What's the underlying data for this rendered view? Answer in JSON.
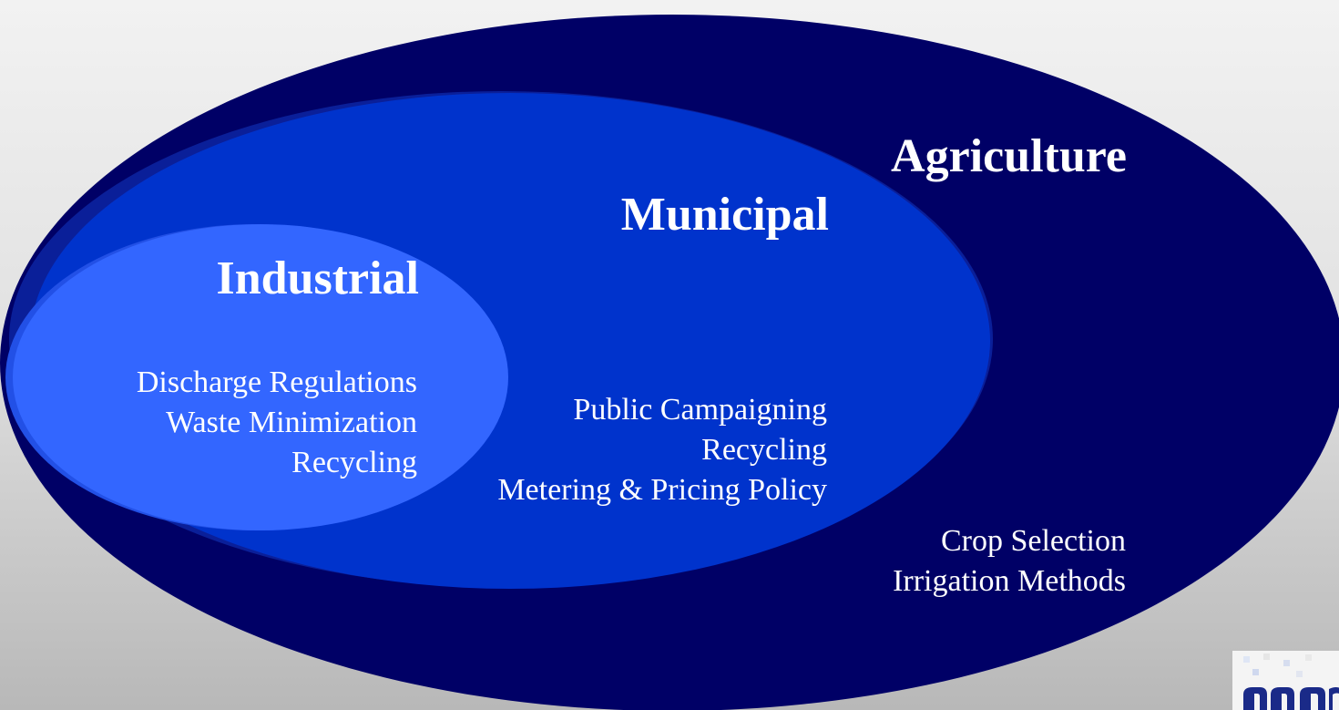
{
  "diagram": {
    "agriculture": {
      "title": "Agriculture",
      "items": [
        "Crop Selection",
        "Irrigation Methods"
      ],
      "color": "#000066"
    },
    "municipal": {
      "title": "Municipal",
      "items": [
        "Public Campaigning",
        "Recycling",
        "Metering & Pricing Policy"
      ],
      "color": "#0033cc"
    },
    "industrial": {
      "title": "Industrial",
      "items": [
        "Discharge Regulations",
        "Waste Minimization",
        "Recycling"
      ],
      "color": "#3366ff"
    }
  },
  "logo": {
    "icon": "partial-logo-icon",
    "color": "#1a2a88"
  }
}
